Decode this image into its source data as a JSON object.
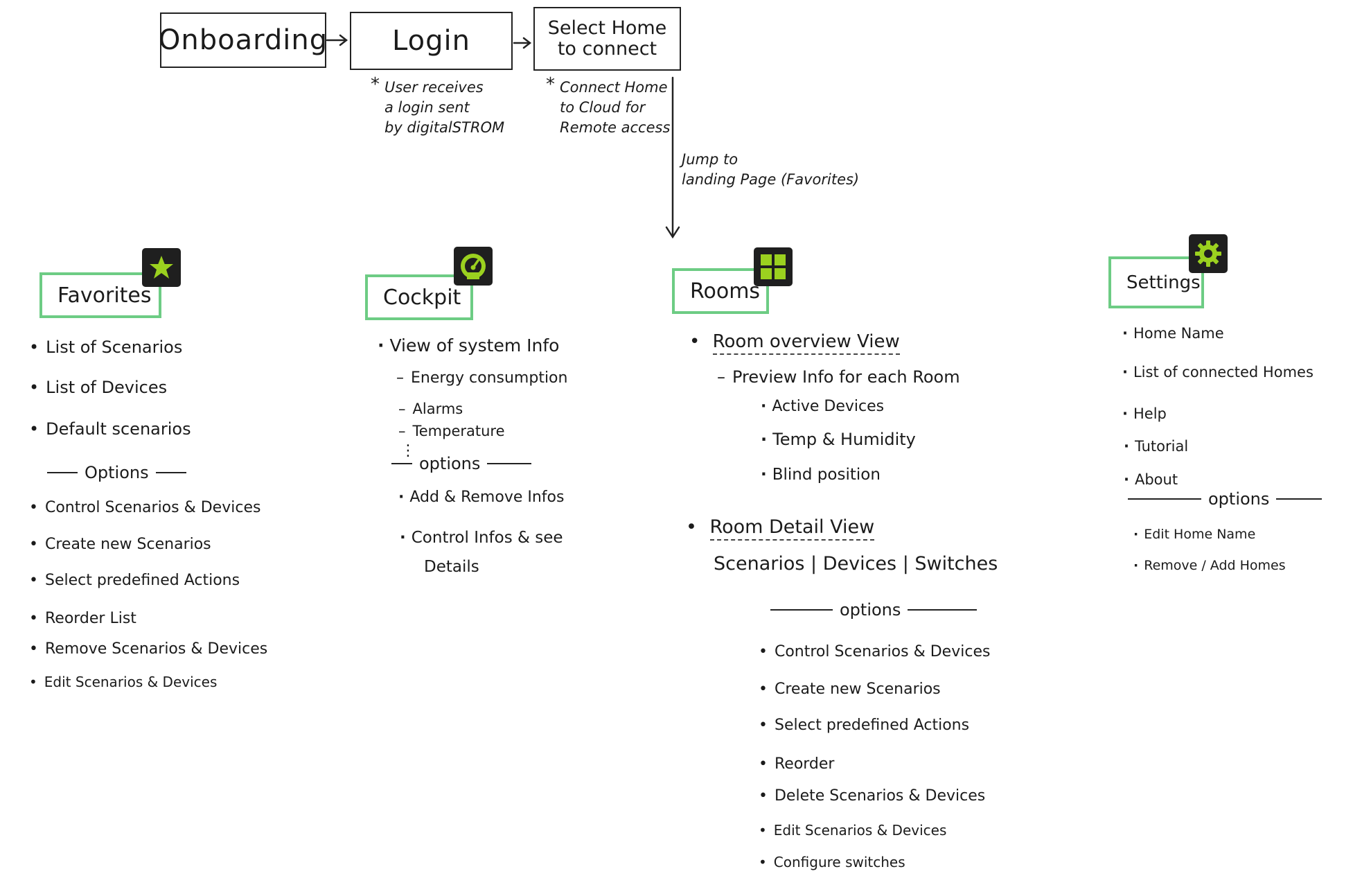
{
  "colors": {
    "accent_green": "#6dcc84",
    "badge_bg": "#1f1f1f",
    "icon_green": "#9bd11f",
    "ink": "#1b1b1b"
  },
  "flow": {
    "onboarding": "Onboarding",
    "login": "Login",
    "select_home_line1": "Select Home",
    "select_home_line2": "to connect",
    "login_note": [
      "User receives",
      "a login sent",
      "by digitalSTROM"
    ],
    "select_note": [
      "Connect Home",
      "to Cloud for",
      "Remote access"
    ],
    "jump_note": [
      "Jump to",
      "landing Page (Favorites)"
    ]
  },
  "favorites": {
    "title": "Favorites",
    "icon": "star-icon",
    "items": [
      "List of Scenarios",
      "List of Devices",
      "Default scenarios"
    ],
    "options_label": "Options",
    "options": [
      "Control Scenarios & Devices",
      "Create new Scenarios",
      "Select predefined Actions",
      "Reorder List",
      "Remove Scenarios & Devices",
      "Edit Scenarios & Devices"
    ]
  },
  "cockpit": {
    "title": "Cockpit",
    "icon": "gauge-icon",
    "item": "View of system Info",
    "subitems": [
      "Energy consumption",
      "Alarms",
      "Temperature"
    ],
    "ellipsis": "⋮",
    "options_label": "options",
    "options": [
      "Add & Remove Infos",
      "Control Infos & see",
      "Details"
    ]
  },
  "rooms": {
    "title": "Rooms",
    "icon": "grid-icon",
    "overview": "Room overview View",
    "preview": "Preview Info for each Room",
    "preview_items": [
      "Active Devices",
      "Temp & Humidity",
      "Blind position"
    ],
    "detail": "Room Detail View",
    "detail_tabs": "Scenarios | Devices | Switches",
    "options_label": "options",
    "options": [
      "Control Scenarios & Devices",
      "Create new Scenarios",
      "Select predefined Actions",
      "Reorder",
      "Delete Scenarios & Devices",
      "Edit Scenarios & Devices",
      "Configure switches"
    ]
  },
  "settings": {
    "title": "Settings",
    "icon": "gear-icon",
    "items": [
      "Home Name",
      "List of connected Homes",
      "Help",
      "Tutorial",
      "About"
    ],
    "options_label": "options",
    "options": [
      "Edit Home Name",
      "Remove / Add Homes"
    ]
  }
}
